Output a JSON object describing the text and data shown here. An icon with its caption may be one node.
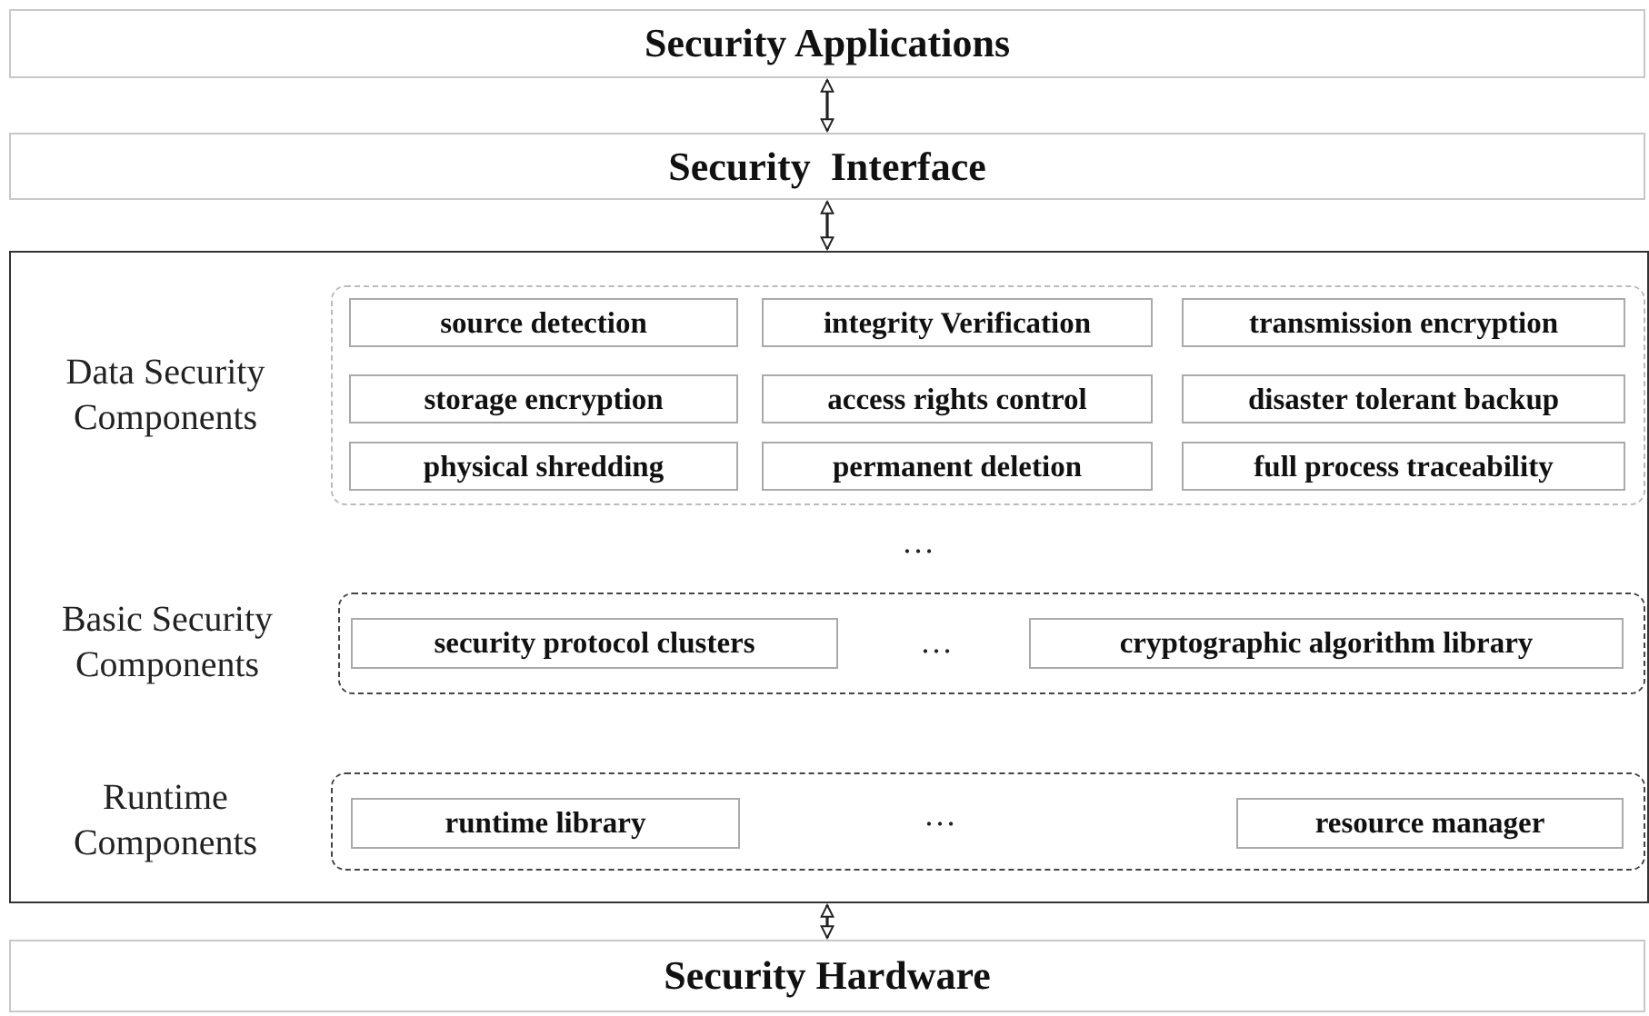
{
  "diagram": {
    "nodes": [
      {
        "text": [
          "Security Applications"
        ]
      },
      {
        "text": [
          "Security  Interface"
        ]
      },
      {
        "text": [],
        "shape": "box"
      },
      {
        "text": [
          "Data Security Components"
        ],
        "in": 2
      },
      {
        "text": [
          "source detection"
        ],
        "in": 3
      },
      {
        "text": [
          "integrity Verification"
        ],
        "in": 3
      },
      {
        "text": [
          "transmission encryption"
        ],
        "in": 3
      },
      {
        "text": [
          "storage encryption"
        ],
        "in": 3
      },
      {
        "text": [
          "access rights control"
        ],
        "in": 3
      },
      {
        "text": [
          "disaster tolerant backup"
        ],
        "in": 3
      },
      {
        "text": [
          "physical shredding"
        ],
        "in": 3
      },
      {
        "text": [
          "permanent deletion"
        ],
        "in": 3
      },
      {
        "text": [
          "full process traceability"
        ],
        "in": 3
      },
      {
        "text": [
          "Basic Security Components"
        ],
        "in": 2
      },
      {
        "text": [
          "security protocol clusters"
        ],
        "in": 13
      },
      {
        "text": [
          "cryptographic algorithm library"
        ],
        "in": 13
      },
      {
        "text": [
          "Runtime Components"
        ],
        "in": 2
      },
      {
        "text": [
          "runtime library"
        ],
        "in": 16
      },
      {
        "text": [
          "resource manager"
        ],
        "in": 16
      },
      {
        "text": [
          "Security Hardware"
        ]
      }
    ],
    "edges": [
      {
        "from": 0,
        "to": 1,
        "arrow": "both"
      },
      {
        "from": 1,
        "to": 2,
        "arrow": "both"
      },
      {
        "from": 2,
        "to": 19,
        "arrow": "both"
      }
    ],
    "labels": [
      "…",
      "…",
      "…"
    ]
  }
}
